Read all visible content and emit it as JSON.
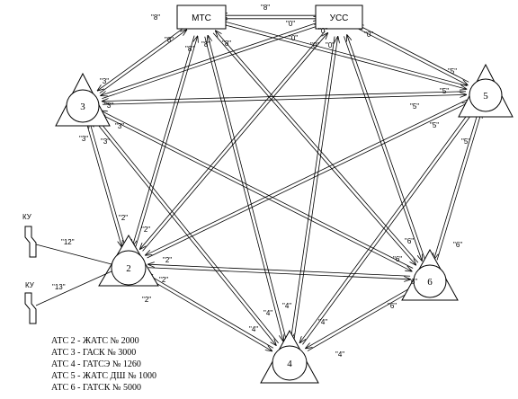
{
  "nodes": {
    "mts": "МТС",
    "uss": "УСС",
    "atc2": "2",
    "atc3": "3",
    "atc4": "4",
    "atc5": "5",
    "atc6": "6"
  },
  "terminals": [
    {
      "label": "КУ",
      "code": "\"12\""
    },
    {
      "label": "КУ",
      "code": "\"13\""
    }
  ],
  "edge_labels": [
    "\"8\"",
    "\"8\"",
    "\"8\"",
    "\"8\"",
    "\"8\"",
    "\"8\"",
    "\"0\"",
    "\"0\"",
    "\"0\"",
    "\"0\"",
    "\"0\"",
    "\"0\"",
    "\"3\"",
    "\"3\"",
    "\"3\"",
    "\"3\"",
    "\"3\"",
    "\"5\"",
    "\"5\"",
    "\"5\"",
    "\"5\"",
    "\"5\"",
    "\"2\"",
    "\"2\"",
    "\"2\"",
    "\"2\"",
    "\"2\"",
    "\"6\"",
    "\"6\"",
    "\"6\"",
    "\"6\"",
    "\"6\"",
    "\"4\"",
    "\"4\"",
    "\"4\"",
    "\"4\"",
    "\"4\""
  ],
  "legend": [
    "АТС 2 - ЖАТС № 2000",
    "АТС 3 - ГАСК № 3000",
    "АТС 4 - ГАТСЭ № 1260",
    "АТС 5 - ЖАТС ДШ № 1000",
    "АТС 6 - ГАТСК № 5000"
  ]
}
